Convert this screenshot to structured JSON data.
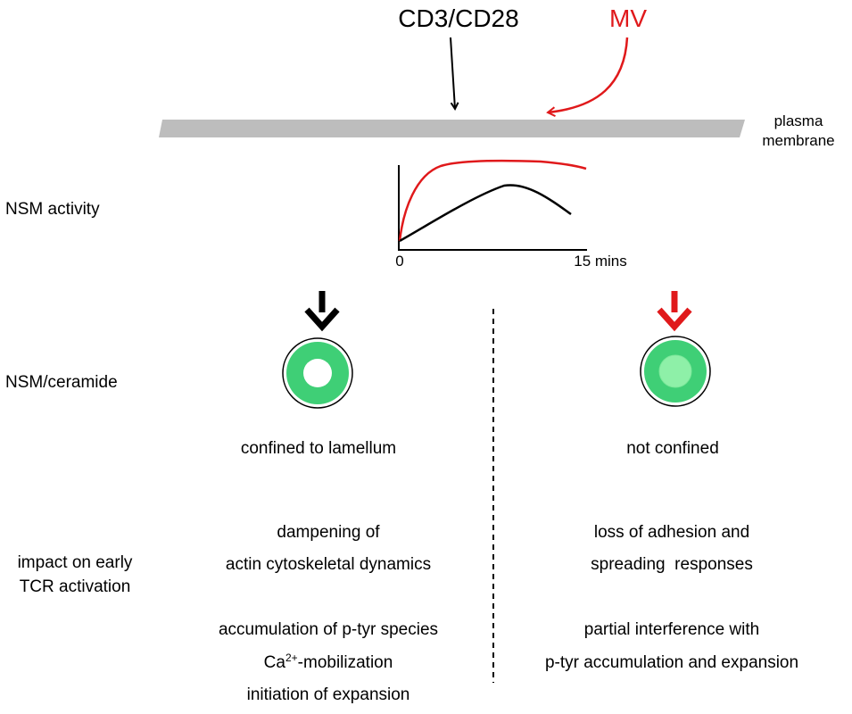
{
  "stimulus": {
    "cd3": "CD3/CD28",
    "mv": "MV"
  },
  "membrane_label": {
    "line1": "plasma",
    "line2": "membrane"
  },
  "row_labels": {
    "nsm_activity": "NSM activity",
    "nsm_ceramide": "NSM/ceramide",
    "impact_line1": "impact on early",
    "impact_line2": "TCR activation"
  },
  "graph": {
    "origin_label": "0",
    "end_label": "15 mins"
  },
  "left_column": {
    "distribution": "confined to lamellum",
    "impact_1": "dampening of",
    "impact_2": "actin cytoskeletal dynamics",
    "outcome_1": "accumulation of p-tyr species",
    "outcome_2_base": "Ca",
    "outcome_2_sup": "2+",
    "outcome_2_rest": "-mobilization",
    "outcome_3": "initiation of expansion"
  },
  "right_column": {
    "distribution": "not confined",
    "impact_1": "loss of adhesion and",
    "impact_2": "spreading  responses",
    "outcome_1": "partial interference with",
    "outcome_2": "p-tyr accumulation and expansion"
  },
  "colors": {
    "mv_red": "#e0191b",
    "membrane_gray": "#bdbdbd",
    "ring_green": "#3fcf76",
    "core_light_green": "#8ef0a8"
  }
}
